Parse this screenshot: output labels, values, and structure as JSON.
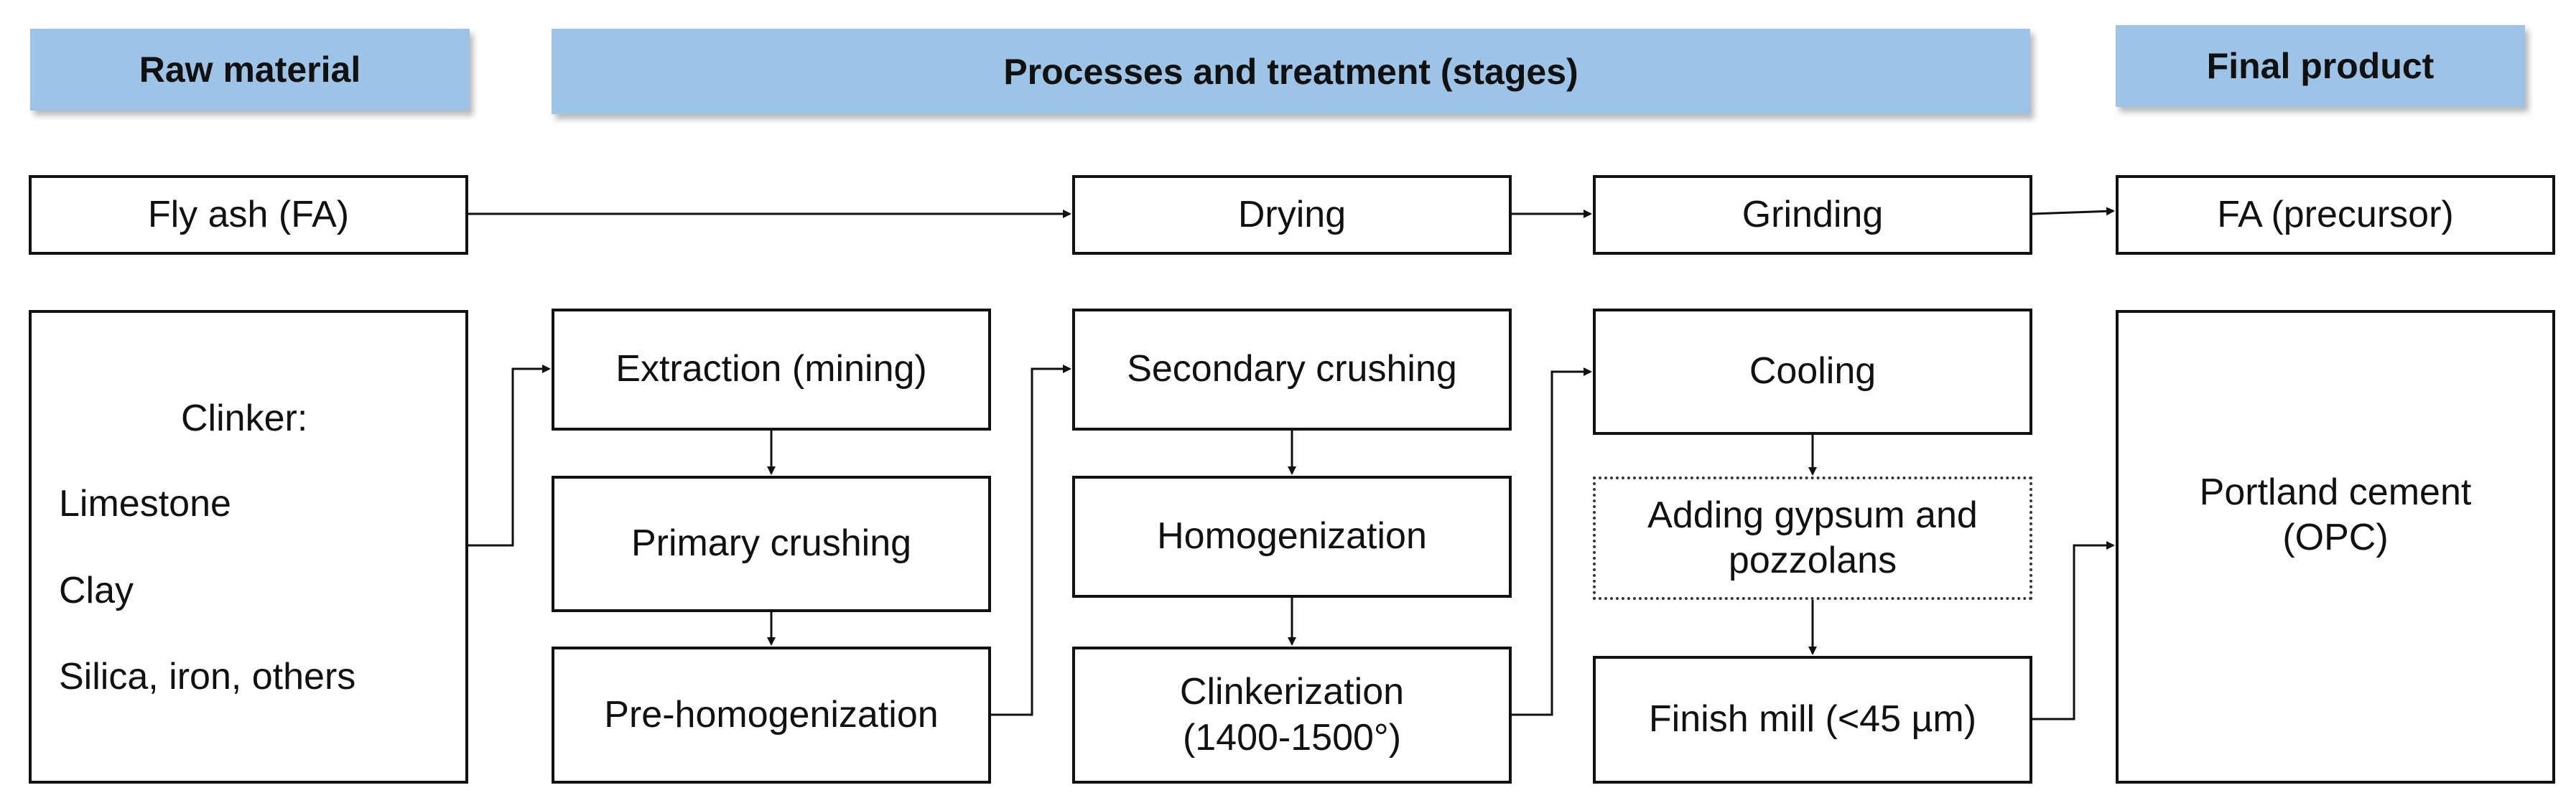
{
  "headers": {
    "raw_material": "Raw material",
    "processes": "Processes and treatment (stages)",
    "final_product": "Final product"
  },
  "fly_ash_row": {
    "source": "Fly ash (FA)",
    "drying": "Drying",
    "grinding": "Grinding",
    "product": "FA (precursor)"
  },
  "clinker": {
    "title": "Clinker:",
    "items": [
      "Limestone",
      "Clay",
      "Silica, iron, others"
    ]
  },
  "stage_1": [
    "Extraction (mining)",
    "Primary crushing",
    "Pre-homogenization"
  ],
  "stage_2": [
    "Secondary crushing",
    "Homogenization",
    "Clinkerization\n(1400-1500°)"
  ],
  "stage_3": [
    "Cooling",
    "Adding gypsum and\npozzolans",
    "Finish mill (<45 µm)"
  ],
  "final_opc": "Portland cement\n(OPC)",
  "colors": {
    "header_fill": "#9dc3e6",
    "line": "#111111"
  }
}
